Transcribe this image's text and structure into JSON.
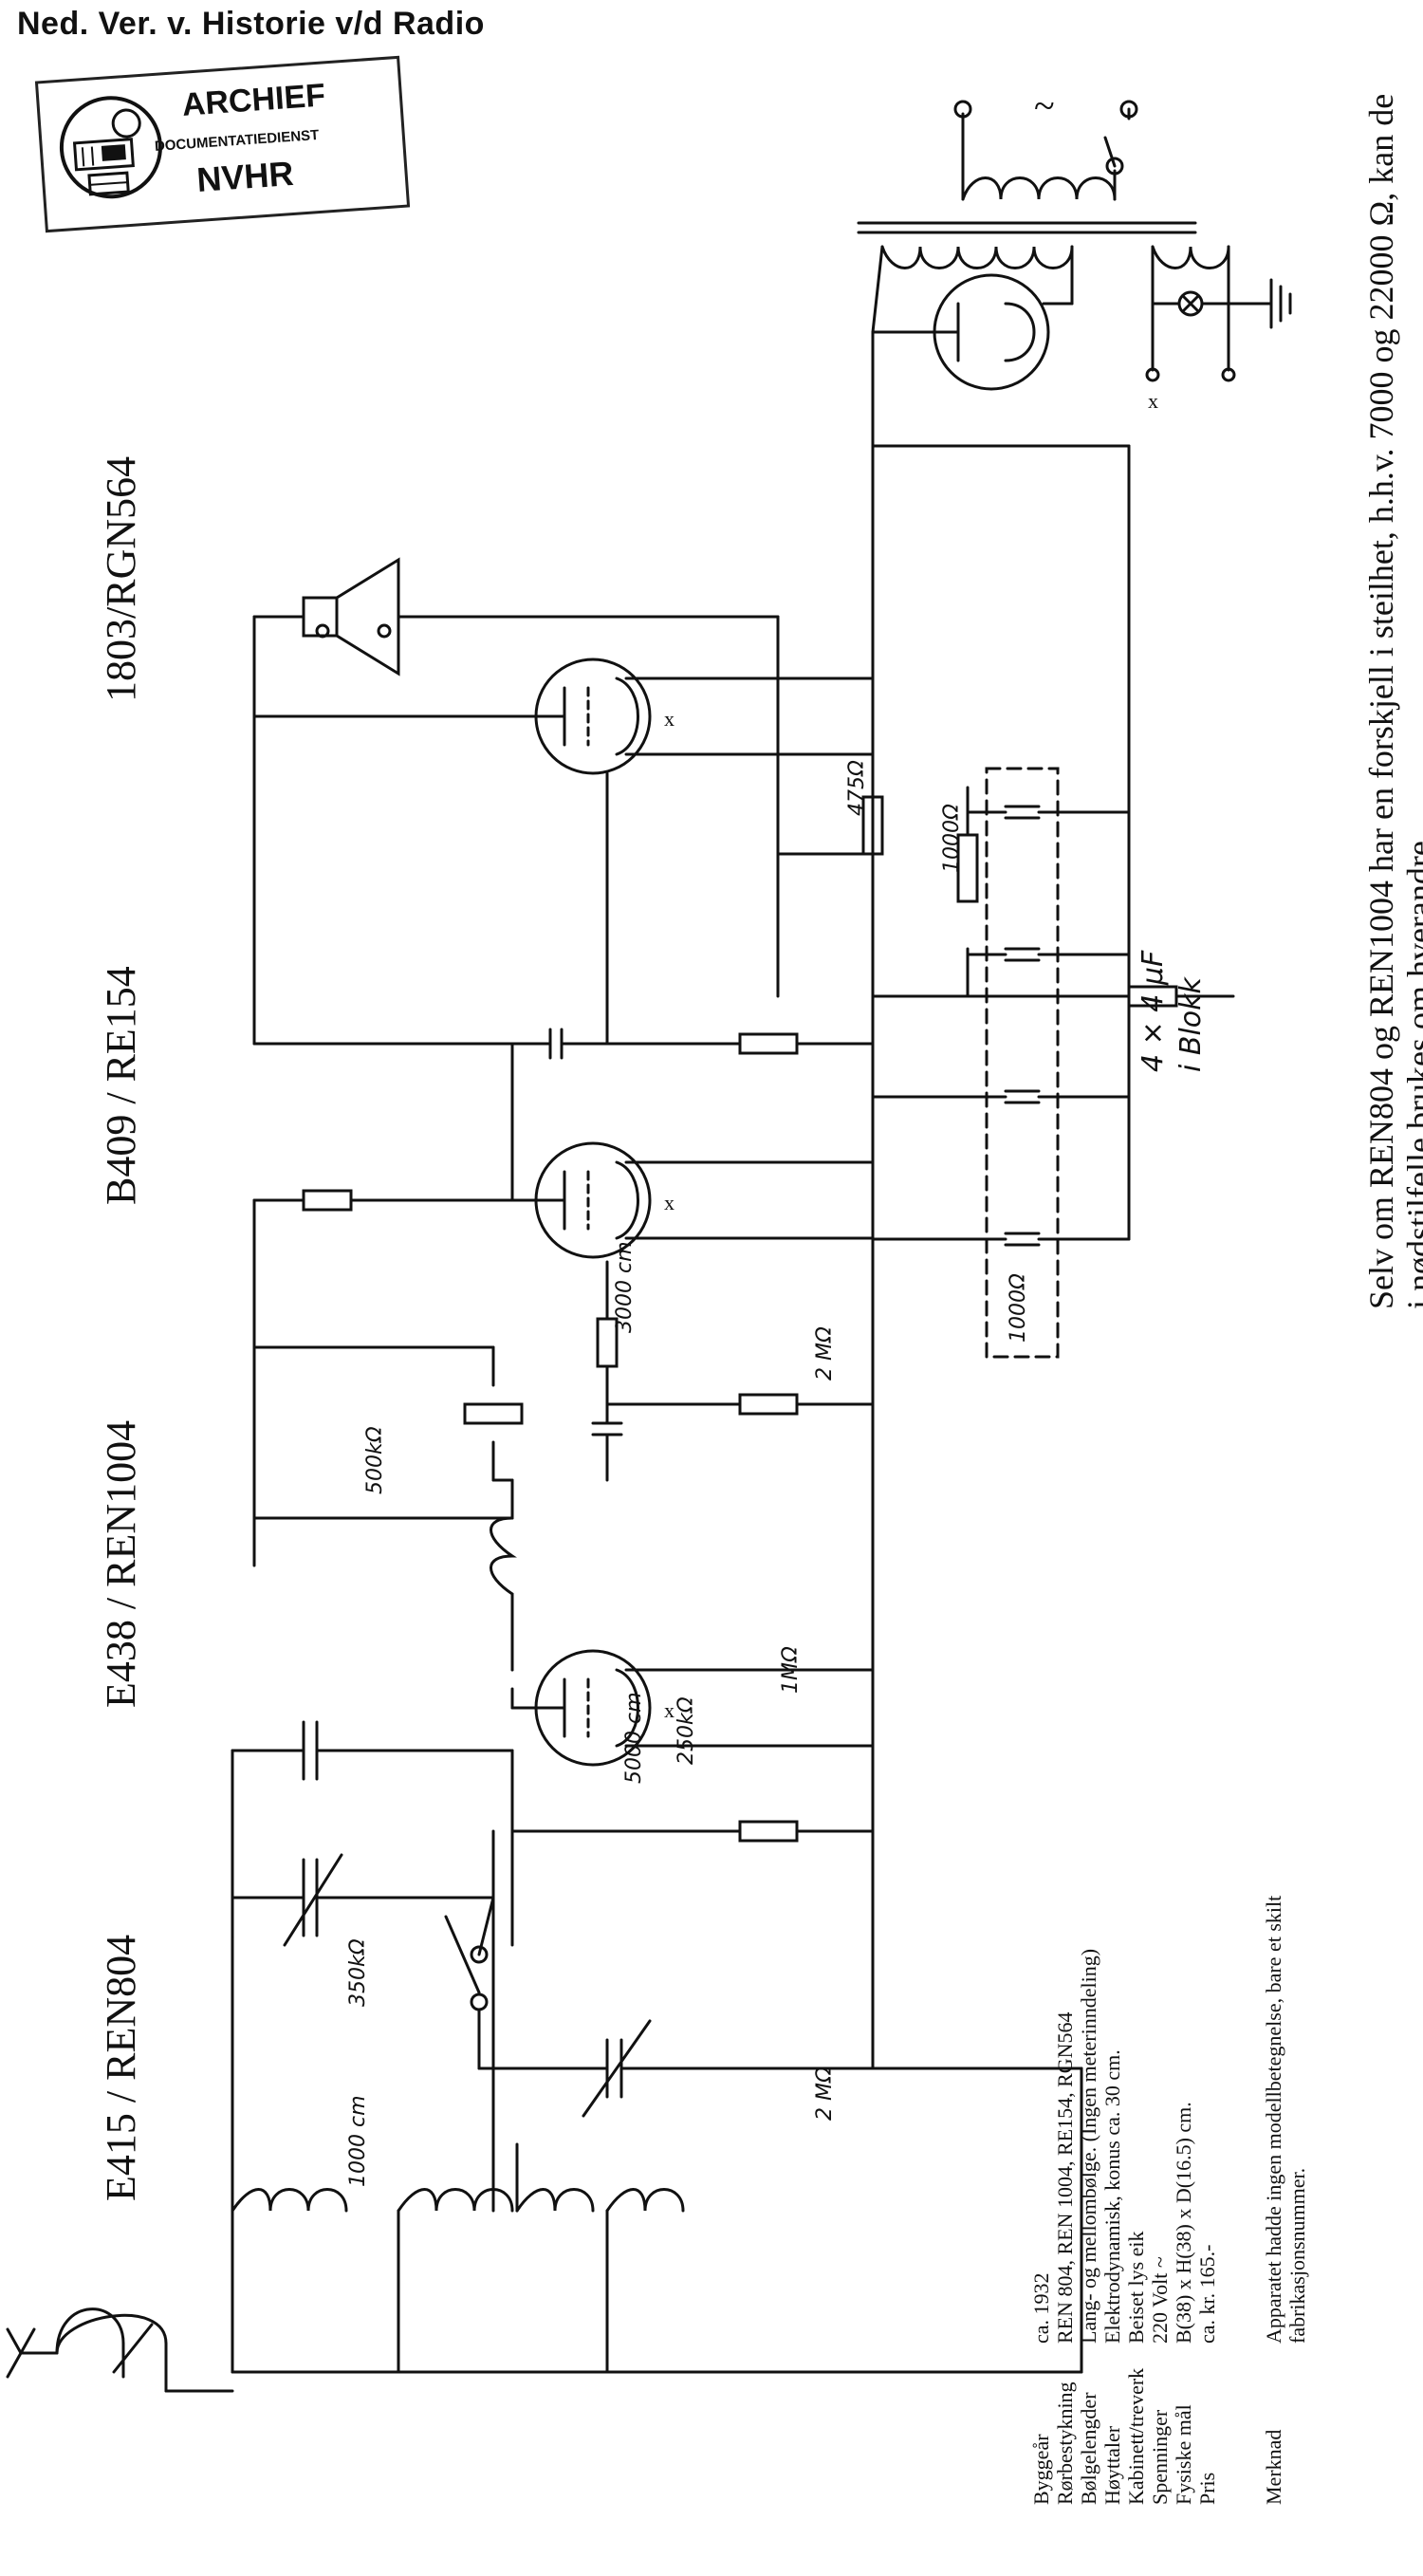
{
  "header": "Ned. Ver. v. Historie v/d Radio",
  "stamp": {
    "line1": "ARCHIEF",
    "line2": "DOCUMENTATIEDIENST",
    "line3": "NVHR"
  },
  "tubes": {
    "t1": "E415 / REN804",
    "t2": "E438 / REN1004",
    "t3": "B409 / RE154",
    "t4": "1803/RGN564"
  },
  "components": {
    "c_1000cm": "1000 cm",
    "r_2mohm_a": "2 MΩ",
    "r_350k": "350kΩ",
    "c_5000cm": "5000 cm",
    "r_250k": "250kΩ",
    "r_1mohm": "1MΩ",
    "r_500k": "500kΩ",
    "c_3000cm": "3000 cm",
    "r_2mohm_b": "2 MΩ",
    "r_1000ohm_a": "1000Ω",
    "r_475": "475Ω",
    "r_1000ohm_b": "1000Ω",
    "block_line1": "4 × 4 μF",
    "block_line2": "i Blokk",
    "ac_symbol": "~",
    "x_mark": "x"
  },
  "specs": {
    "labels": [
      "Byggeår",
      "Rørbestykning",
      "Bølgelengder",
      "Høyttaler",
      "Kabinett/treverk",
      "Spenninger",
      "Fysiske mål",
      "Pris"
    ],
    "values": [
      "ca. 1932",
      "REN 804,  REN 1004,  RE154,  RGN564",
      "Lang- og mellombølge. (Ingen meterinndeling)",
      "Elektrodynamisk,  konus ca. 30 cm.",
      "Beiset lys eik",
      "220 Volt ~",
      "B(38) x H(38) x D(16.5) cm.",
      "ca. kr. 165.-"
    ],
    "remark_label": "Merknad",
    "remark_line1": "Apparatet hadde ingen modellbetegnelse, bare et skilt",
    "remark_line2": "fabrikasjonsnummer."
  },
  "note": {
    "line1": "Selv om REN804 og REN1004 har en forskjell i steilhet, h.h.v. 7000 og 22000 Ω, kan de",
    "line2": "i nødstilfelle brukes om hverandre."
  }
}
